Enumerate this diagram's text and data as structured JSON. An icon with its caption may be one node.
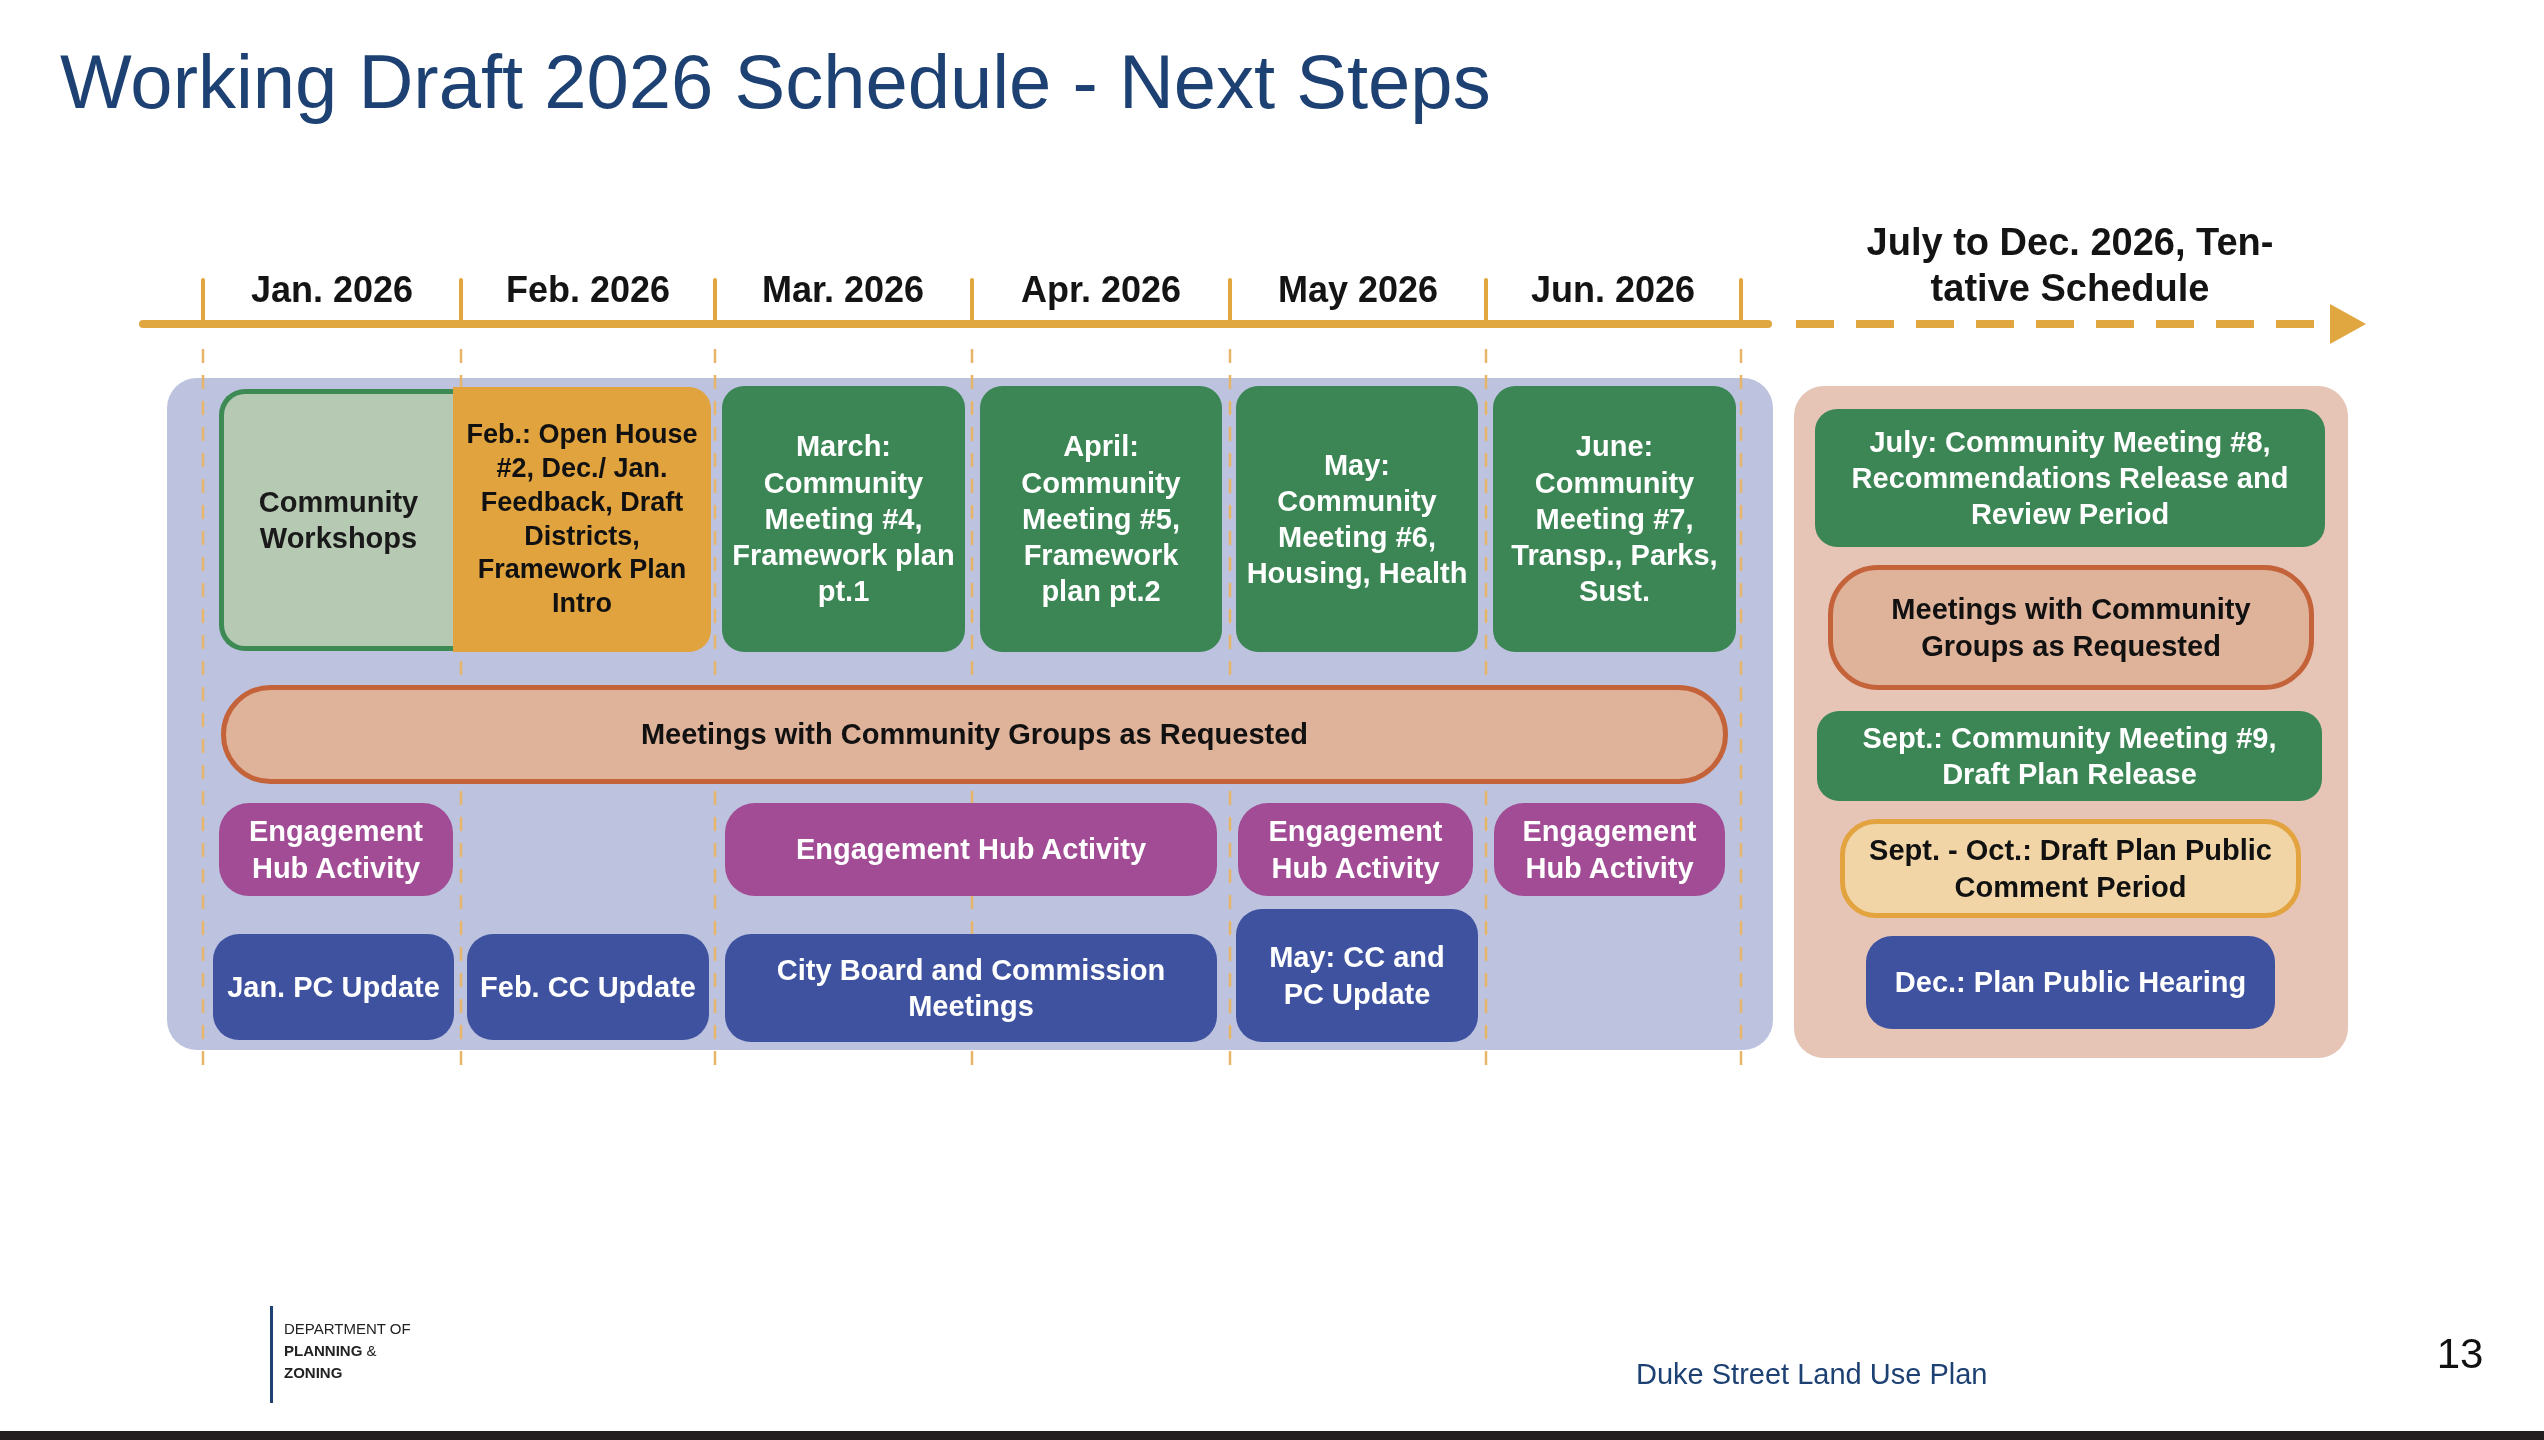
{
  "diagram": {
    "title": "Working Draft 2026 Schedule - Next Steps",
    "nodes": [
      {
        "text": [],
        "shape": "box"
      },
      {
        "text": [
          "Community Workshops"
        ],
        "in": 0
      },
      {
        "text": [
          "Feb.: Open House #2, Dec./ Jan. Feedback, Draft Districts, Framework Plan Intro"
        ],
        "in": 0
      },
      {
        "text": [
          "March: Community Meeting #4, Framework plan pt.1"
        ],
        "in": 0
      },
      {
        "text": [
          "April: Community Meeting #5, Framework plan pt.2"
        ],
        "in": 0
      },
      {
        "text": [
          "May: Community Meeting #6, Housing, Health"
        ],
        "in": 0
      },
      {
        "text": [
          "June: Community Meeting #7, Transp., Parks, Sust."
        ],
        "in": 0
      },
      {
        "text": [
          "Meetings with Community Groups as Requested"
        ],
        "in": 0
      },
      {
        "text": [
          "Engagement Hub Activity"
        ],
        "in": 0
      },
      {
        "text": [
          "Engagement Hub Activity"
        ],
        "in": 0
      },
      {
        "text": [
          "Engagement Hub Activity"
        ],
        "in": 0
      },
      {
        "text": [
          "Engagement Hub Activity"
        ],
        "in": 0
      },
      {
        "text": [
          "Jan. PC Update"
        ],
        "in": 0
      },
      {
        "text": [
          "Feb. CC Update"
        ],
        "in": 0
      },
      {
        "text": [
          "City Board and Commission Meetings"
        ],
        "in": 0
      },
      {
        "text": [
          "May: CC and PC Update"
        ],
        "in": 0
      },
      {
        "text": [],
        "shape": "box"
      },
      {
        "text": [
          "July: Community Meeting #8, Recommendations Release and Review Period"
        ],
        "in": 16
      },
      {
        "text": [
          "Meetings with Community Groups as Requested"
        ],
        "in": 16
      },
      {
        "text": [
          "Sept.: Community Meeting #9, Draft Plan Release"
        ],
        "in": 16
      },
      {
        "text": [
          "Sept. - Oct.: Draft Plan Public Comment Period"
        ],
        "in": 16
      },
      {
        "text": [
          "Dec.: Plan Public Hearing"
        ],
        "in": 16
      }
    ],
    "labels": [
      "Jan. 2026",
      "Feb. 2026",
      "Mar. 2026",
      "Apr. 2026",
      "May 2026",
      "Jun. 2026",
      "July to Dec. 2026, Ten-tative Schedule",
      "DEPARTMENT OF **PLANNING** & **ZONING**",
      "Duke Street Land Use Plan",
      "13"
    ]
  }
}
